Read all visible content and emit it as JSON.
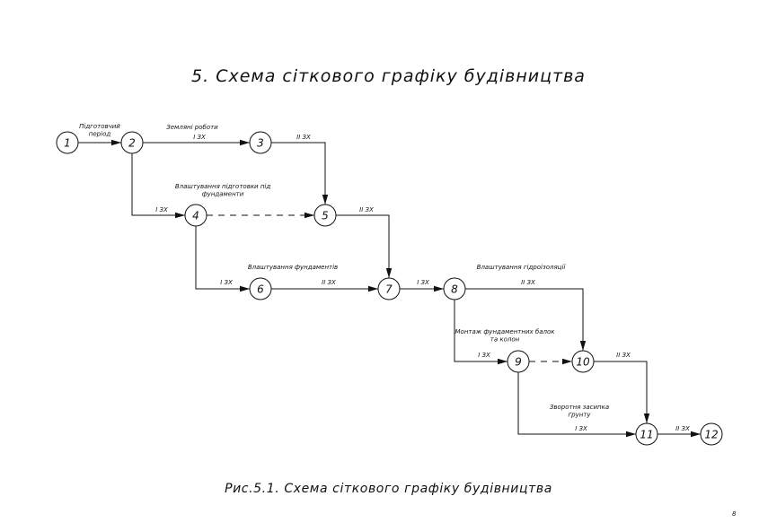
{
  "title": "5. Схема сіткового графіку будівництва",
  "caption": "Рис.5.1. Схема сіткового графіку будівництва",
  "page_number": "8",
  "nodes": [
    {
      "id": "1",
      "label": "1"
    },
    {
      "id": "2",
      "label": "2"
    },
    {
      "id": "3",
      "label": "3"
    },
    {
      "id": "4",
      "label": "4"
    },
    {
      "id": "5",
      "label": "5"
    },
    {
      "id": "6",
      "label": "6"
    },
    {
      "id": "7",
      "label": "7"
    },
    {
      "id": "8",
      "label": "8"
    },
    {
      "id": "9",
      "label": "9"
    },
    {
      "id": "10",
      "label": "10"
    },
    {
      "id": "11",
      "label": "11"
    },
    {
      "id": "12",
      "label": "12"
    }
  ],
  "edges": [
    {
      "from": "1",
      "to": "2",
      "label": "",
      "dashed": false
    },
    {
      "from": "2",
      "to": "3",
      "label": "I ЗХ",
      "dashed": false
    },
    {
      "from": "2",
      "to": "4",
      "label": "I ЗХ",
      "dashed": false
    },
    {
      "from": "3",
      "to": "5",
      "label": "II ЗХ",
      "dashed": false
    },
    {
      "from": "4",
      "to": "5",
      "label": "",
      "dashed": true
    },
    {
      "from": "4",
      "to": "6",
      "label": "I ЗХ",
      "dashed": false
    },
    {
      "from": "5",
      "to": "7",
      "label": "II ЗХ",
      "dashed": false
    },
    {
      "from": "6",
      "to": "7",
      "label": "II ЗХ",
      "dashed": false
    },
    {
      "from": "7",
      "to": "8",
      "label": "I ЗХ",
      "dashed": false
    },
    {
      "from": "8",
      "to": "10",
      "label": "II ЗХ",
      "dashed": false
    },
    {
      "from": "8",
      "to": "9",
      "label": "I ЗХ",
      "dashed": false
    },
    {
      "from": "9",
      "to": "10",
      "label": "",
      "dashed": true
    },
    {
      "from": "9",
      "to": "11",
      "label": "I ЗХ",
      "dashed": false
    },
    {
      "from": "10",
      "to": "11",
      "label": "II ЗХ",
      "dashed": false
    },
    {
      "from": "11",
      "to": "12",
      "label": "II ЗХ",
      "dashed": false
    }
  ],
  "task_labels": [
    {
      "id": "t-1-2",
      "lines": [
        "Підготовчий",
        "період"
      ]
    },
    {
      "id": "t-2-3",
      "lines": [
        "Земляні роботи"
      ]
    },
    {
      "id": "t-4",
      "lines": [
        "Влаштування підготовки під",
        "фундаменти"
      ]
    },
    {
      "id": "t-6-7",
      "lines": [
        "Влаштування фундаментів"
      ]
    },
    {
      "id": "t-8-10",
      "lines": [
        "Влаштування гідроізоляції"
      ]
    },
    {
      "id": "t-9",
      "lines": [
        "Монтаж фундаментних балок",
        "та колон"
      ]
    },
    {
      "id": "t-9-11",
      "lines": [
        "Зворотня засипка",
        "ґрунту"
      ]
    }
  ]
}
